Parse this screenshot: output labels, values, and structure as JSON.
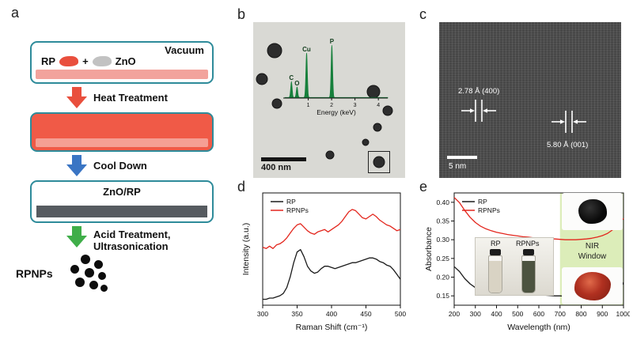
{
  "panels": {
    "a": {
      "label": "a",
      "vacuum_label": "Vacuum",
      "rp_label": "RP",
      "plus": "+",
      "zno_label": "ZnO",
      "step1_label": "Heat Treatment",
      "step2_label": "Cool Down",
      "znorp_label": "ZnO/RP",
      "step3_line1": "Acid Treatment,",
      "step3_line2": "Ultrasonication",
      "product_label": "RPNPs",
      "colors": {
        "box_border": "#2e8b9a",
        "heat_arrow": "#e94f3d",
        "cool_arrow": "#3a75c4",
        "acid_arrow": "#3fae49",
        "hot_slab": "#f05a47",
        "substrate_pink": "#f2a39c",
        "zno_rp_slab": "#565b60"
      }
    },
    "b": {
      "label": "b",
      "scale_bar": "400 nm"
    },
    "c": {
      "label": "c",
      "spacing1": "2.78 Å (400)",
      "spacing2": "5.80 Å (001)",
      "scale_bar": "5 nm"
    },
    "d": {
      "label": "d"
    },
    "e": {
      "label": "e",
      "vial_left_label": "RP",
      "vial_right_label": "RPNPs"
    }
  },
  "chart_data": [
    {
      "id": "raman",
      "type": "line",
      "title": "Raman spectra of RP and RPNPs",
      "xlabel": "Raman Shift (cm⁻¹)",
      "ylabel": "Intensity (a.u.)",
      "xlim": [
        300,
        500
      ],
      "ylim": [
        0,
        0.95
      ],
      "xticks": [
        300,
        350,
        400,
        450,
        500
      ],
      "grid": false,
      "legend_position": "top-left",
      "series": [
        {
          "name": "RP",
          "color": "#1a1a1a",
          "x": [
            300,
            305,
            310,
            315,
            320,
            325,
            330,
            335,
            340,
            345,
            350,
            355,
            360,
            365,
            370,
            375,
            380,
            385,
            390,
            395,
            400,
            405,
            410,
            415,
            420,
            425,
            430,
            435,
            440,
            445,
            450,
            455,
            460,
            465,
            470,
            475,
            480,
            485,
            490,
            495,
            500
          ],
          "y": [
            0.05,
            0.05,
            0.06,
            0.06,
            0.07,
            0.08,
            0.1,
            0.15,
            0.24,
            0.36,
            0.45,
            0.47,
            0.41,
            0.33,
            0.29,
            0.27,
            0.28,
            0.31,
            0.33,
            0.33,
            0.32,
            0.31,
            0.32,
            0.33,
            0.34,
            0.35,
            0.36,
            0.36,
            0.37,
            0.38,
            0.39,
            0.4,
            0.4,
            0.39,
            0.37,
            0.36,
            0.34,
            0.33,
            0.3,
            0.26,
            0.22
          ]
        },
        {
          "name": "RPNPs",
          "color": "#e3261d",
          "x": [
            300,
            305,
            310,
            315,
            320,
            325,
            330,
            335,
            340,
            345,
            350,
            355,
            360,
            365,
            370,
            375,
            380,
            385,
            390,
            395,
            400,
            405,
            410,
            415,
            420,
            425,
            430,
            435,
            440,
            445,
            450,
            455,
            460,
            465,
            470,
            475,
            480,
            485,
            490,
            495,
            500
          ],
          "y": [
            0.49,
            0.48,
            0.5,
            0.48,
            0.51,
            0.52,
            0.54,
            0.57,
            0.61,
            0.65,
            0.68,
            0.69,
            0.66,
            0.63,
            0.61,
            0.6,
            0.62,
            0.63,
            0.64,
            0.62,
            0.64,
            0.66,
            0.68,
            0.71,
            0.75,
            0.79,
            0.81,
            0.8,
            0.77,
            0.74,
            0.73,
            0.75,
            0.77,
            0.75,
            0.72,
            0.7,
            0.68,
            0.67,
            0.65,
            0.63,
            0.64
          ]
        }
      ]
    },
    {
      "id": "absorbance",
      "type": "line",
      "title": "UV-Vis-NIR absorbance spectra of RP and RPNPs",
      "xlabel": "Wavelength (nm)",
      "ylabel": "Absorbance",
      "xlim": [
        200,
        1000
      ],
      "ylim": [
        0.125,
        0.425
      ],
      "xticks": [
        200,
        300,
        400,
        500,
        600,
        700,
        800,
        900,
        1000
      ],
      "yticks": [
        0.15,
        0.2,
        0.25,
        0.3,
        0.35,
        0.4
      ],
      "grid": false,
      "legend_position": "top-left",
      "shade": {
        "x0": 700,
        "x1": 1000,
        "color": "#dcedb9",
        "label": "NIR Window",
        "label_lines": [
          "NIR",
          "Window"
        ]
      },
      "series": [
        {
          "name": "RP",
          "color": "#1a1a1a",
          "x": [
            200,
            225,
            250,
            275,
            300,
            325,
            350,
            375,
            400,
            425,
            450,
            475,
            500,
            525,
            550,
            575,
            600,
            625,
            650,
            675,
            700,
            725,
            750,
            775,
            800,
            825,
            850,
            875,
            900,
            925,
            950,
            975,
            1000
          ],
          "y": [
            0.228,
            0.215,
            0.196,
            0.182,
            0.172,
            0.167,
            0.164,
            0.162,
            0.16,
            0.159,
            0.158,
            0.157,
            0.156,
            0.155,
            0.154,
            0.153,
            0.152,
            0.152,
            0.151,
            0.15,
            0.15,
            0.149,
            0.149,
            0.148,
            0.148,
            0.147,
            0.147,
            0.147,
            0.147,
            0.148,
            0.151,
            0.159,
            0.186
          ]
        },
        {
          "name": "RPNPs",
          "color": "#e3261d",
          "x": [
            200,
            225,
            250,
            275,
            300,
            325,
            350,
            375,
            400,
            425,
            450,
            475,
            500,
            525,
            550,
            575,
            600,
            625,
            650,
            675,
            700,
            725,
            750,
            775,
            800,
            825,
            850,
            875,
            900,
            925,
            950,
            975,
            1000
          ],
          "y": [
            0.413,
            0.399,
            0.378,
            0.36,
            0.346,
            0.336,
            0.329,
            0.324,
            0.32,
            0.317,
            0.314,
            0.312,
            0.31,
            0.308,
            0.307,
            0.305,
            0.304,
            0.303,
            0.302,
            0.302,
            0.301,
            0.3,
            0.3,
            0.3,
            0.301,
            0.302,
            0.304,
            0.307,
            0.311,
            0.317,
            0.327,
            0.341,
            0.357
          ]
        }
      ]
    },
    {
      "id": "eds",
      "type": "line",
      "title": "EDS spectrum inset",
      "xlabel": "Energy (keV)",
      "xlim": [
        0,
        4.4
      ],
      "xticks": [
        1,
        2,
        3,
        4
      ],
      "color": "#17803c",
      "peaks": [
        {
          "element": "C",
          "energy_keV": 0.28,
          "height": 0.3
        },
        {
          "element": "O",
          "energy_keV": 0.52,
          "height": 0.2
        },
        {
          "element": "Cu",
          "energy_keV": 0.93,
          "height": 0.85
        },
        {
          "element": "P",
          "energy_keV": 2.01,
          "height": 1.0
        }
      ]
    }
  ]
}
